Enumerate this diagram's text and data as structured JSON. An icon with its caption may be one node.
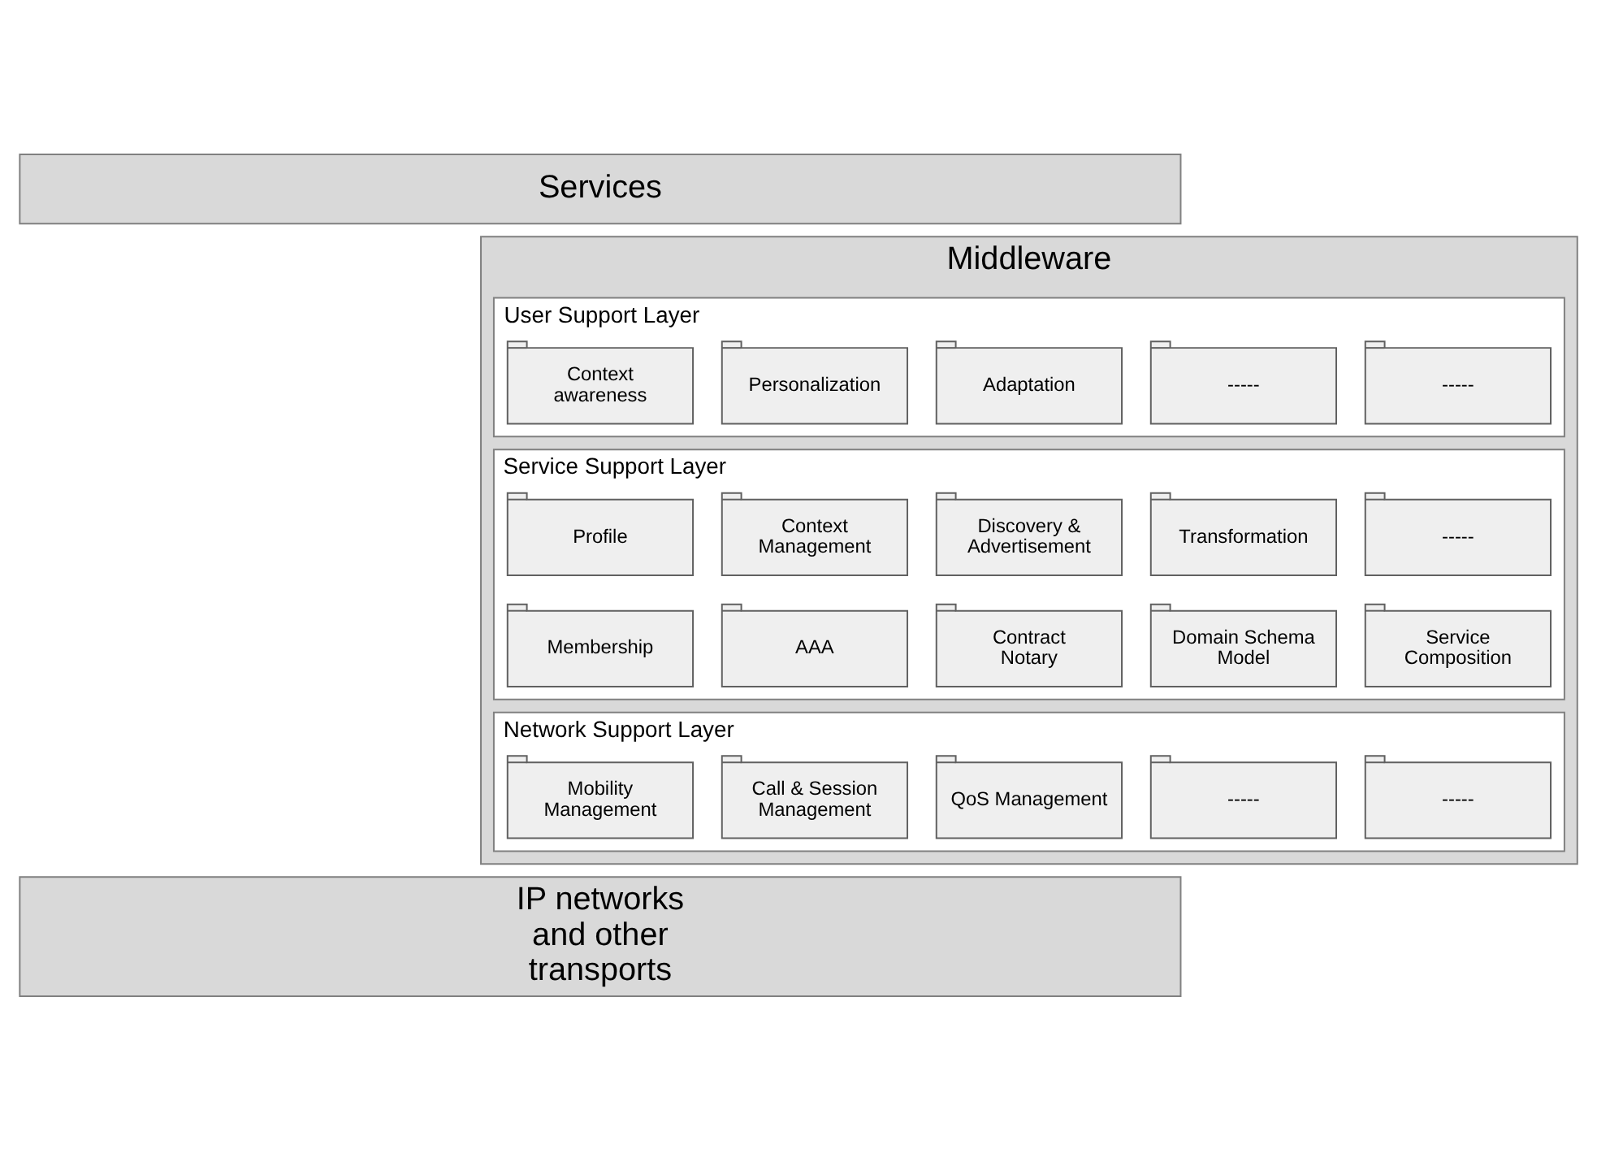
{
  "diagram": {
    "nodes": [
      {
        "text": [
          "Services"
        ]
      },
      {
        "text": [
          "Middleware"
        ]
      },
      {
        "text": [
          "User Support Layer"
        ],
        "in": 1
      },
      {
        "text": [
          "Context awareness"
        ],
        "in": 2
      },
      {
        "text": [
          "Personalization"
        ],
        "in": 2
      },
      {
        "text": [
          "Adaptation"
        ],
        "in": 2
      },
      {
        "text": [
          "-----"
        ],
        "in": 2
      },
      {
        "text": [
          "-----"
        ],
        "in": 2
      },
      {
        "text": [
          "Service Support Layer"
        ],
        "in": 1
      },
      {
        "text": [
          "Profile"
        ],
        "in": 8
      },
      {
        "text": [
          "Context Management"
        ],
        "in": 8
      },
      {
        "text": [
          "Discovery & Advertisement"
        ],
        "in": 8
      },
      {
        "text": [
          "Transformation"
        ],
        "in": 8
      },
      {
        "text": [
          "-----"
        ],
        "in": 8
      },
      {
        "text": [
          "Membership"
        ],
        "in": 8
      },
      {
        "text": [
          "AAA"
        ],
        "in": 8
      },
      {
        "text": [
          "Contract Notary"
        ],
        "in": 8
      },
      {
        "text": [
          "Domain Schema Model"
        ],
        "in": 8
      },
      {
        "text": [
          "Service Composition"
        ],
        "in": 8
      },
      {
        "text": [
          "Network Support Layer"
        ],
        "in": 1
      },
      {
        "text": [
          "Mobility Management"
        ],
        "in": 19
      },
      {
        "text": [
          "Call & Session Management"
        ],
        "in": 19
      },
      {
        "text": [
          "QoS Management"
        ],
        "in": 19
      },
      {
        "text": [
          "-----"
        ],
        "in": 19
      },
      {
        "text": [
          "-----"
        ],
        "in": 19
      },
      {
        "text": [
          "IP networks and other transports"
        ]
      }
    ],
    "edges": []
  }
}
